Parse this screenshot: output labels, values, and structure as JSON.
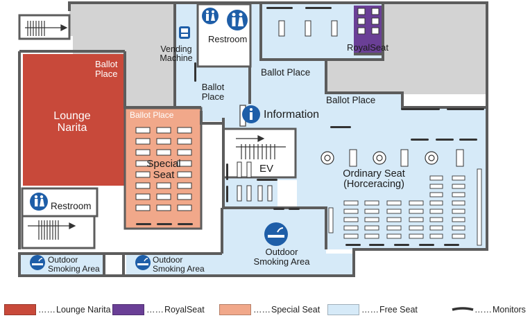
{
  "colors": {
    "lounge": "#c8493a",
    "royal": "#6a3f96",
    "special": "#f1a88a",
    "free": "#d6eaf8",
    "structure": "#d3d3d3",
    "wall": "#5c5c5c",
    "icon": "#1e5ea8",
    "monitor": "#333333"
  },
  "labels": {
    "ballot_place_1": "Ballot\nPlace",
    "ballot_place_2": "Ballot Place",
    "ballot_place_3": "Ballot\nPlace",
    "ballot_place_4": "Ballot Place",
    "ballot_place_5": "Ballot Place",
    "lounge": "Lounge\nNarita",
    "special_seat": "Special\nSeat",
    "vending": "Vending\nMachine",
    "restroom_top": "Restroom",
    "restroom_left": "Restroom",
    "royal_seat": "RoyalSeat",
    "information": "Information",
    "ev": "EV",
    "ordinary_seat": "Ordinary Seat\n(Horceracing)",
    "smoking_1": "Outdoor\nSmoking Area",
    "smoking_2": "Outdoor\nSmoking Area",
    "smoking_3": "Outdoor\nSmoking Area"
  },
  "legend": [
    {
      "key": "lounge",
      "dots": "……",
      "label": "Lounge Narita"
    },
    {
      "key": "royal",
      "dots": "……",
      "label": "RoyalSeat"
    },
    {
      "key": "special",
      "dots": "……",
      "label": "Special Seat"
    },
    {
      "key": "free",
      "dots": "……",
      "label": "Free Seat"
    },
    {
      "key": "monitor",
      "dots": "……",
      "label": "Monitors"
    }
  ],
  "icons": {
    "restroom": "restroom-icon",
    "vending": "vending-machine-icon",
    "information": "information-icon",
    "smoking": "smoking-icon",
    "stairs": "stairs-icon",
    "monitor": "monitor-icon"
  }
}
